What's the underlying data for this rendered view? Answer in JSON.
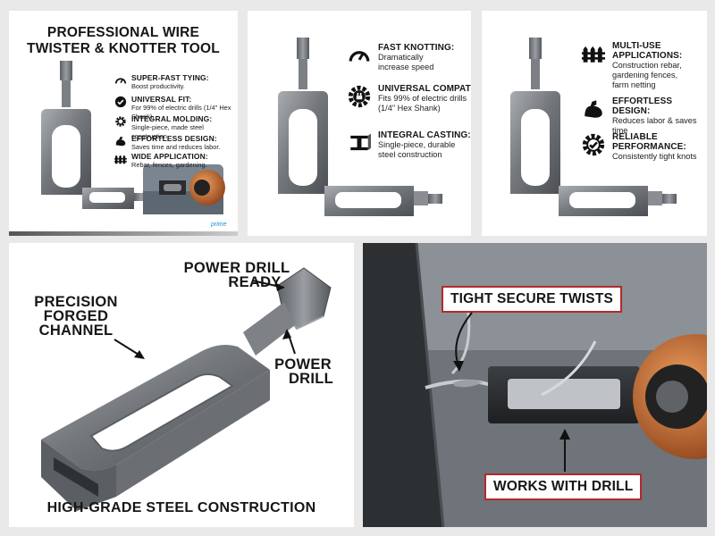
{
  "panel1": {
    "title_line1": "PROFESSIONAL WIRE",
    "title_line2": "TWISTER & KNOTTER TOOL",
    "features": [
      {
        "icon": "speedometer-icon",
        "title": "SUPER-FAST TYING:",
        "body": "Boost productivity."
      },
      {
        "icon": "checkmark-circle-icon",
        "title": "UNIVERSAL FIT:",
        "body": "For 99% of electric drills (1/4\" Hex Shank)."
      },
      {
        "icon": "gear-icon",
        "title": "INTEGRAL MOLDING:",
        "body": "Single-piece, made steel construction."
      },
      {
        "icon": "muscle-arm-icon",
        "title": "EFFORTLESS DESIGN:",
        "body": "Saves time and reduces labor."
      },
      {
        "icon": "fence-icon",
        "title": "WIDE APPLICATION:",
        "body": "Rebar, fences, gardening."
      }
    ],
    "badge": "prime"
  },
  "panel2": {
    "features": [
      {
        "icon": "speedometer-icon",
        "title": "FAST KNOTTING:",
        "body_line1": "Dramatically",
        "body_line2": "increase speed"
      },
      {
        "icon": "gear-plug-icon",
        "title": "UNIVERSAL COMPATIBILITY:",
        "body_line1": "Fits 99% of electric drills",
        "body_line2": "(1/4\" Hex Shank)"
      },
      {
        "icon": "steel-beam-icon",
        "title": "INTEGRAL CASTING:",
        "body_line1": "Single-piece, durable",
        "body_line2": "steel construction"
      }
    ]
  },
  "panel3": {
    "features": [
      {
        "icon": "fence-icon",
        "title_line1": "MULTI-USE",
        "title_line2": "APPLICATIONS:",
        "body_line1": "Construction rebar,",
        "body_line2": "gardening fences,",
        "body_line3": "farm netting"
      },
      {
        "icon": "muscle-arm-icon",
        "title_line1": "EFFORTLESS DESIGN:",
        "body_line1": "Reduces labor & saves",
        "body_line2": "time"
      },
      {
        "icon": "gear-check-icon",
        "title_line1": "RELIABLE",
        "title_line2": "PERFORMANCE:",
        "body_line1": "Consistently tight knots"
      }
    ]
  },
  "panel4": {
    "callout_drill_ready_line1": "POWER DRILL",
    "callout_drill_ready_line2": "READY",
    "callout_channel_line1": "PRECISION",
    "callout_channel_line2": "FORGED",
    "callout_channel_line3": "CHANNEL",
    "callout_drill_line1": "POWER",
    "callout_drill_line2": "DRILL",
    "footer": "HIGH-GRADE STEEL CONSTRUCTION"
  },
  "panel5": {
    "tag_top": "TIGHT SECURE TWISTS",
    "tag_bottom": "WORKS WITH DRILL",
    "accent": "#b32a2a"
  }
}
